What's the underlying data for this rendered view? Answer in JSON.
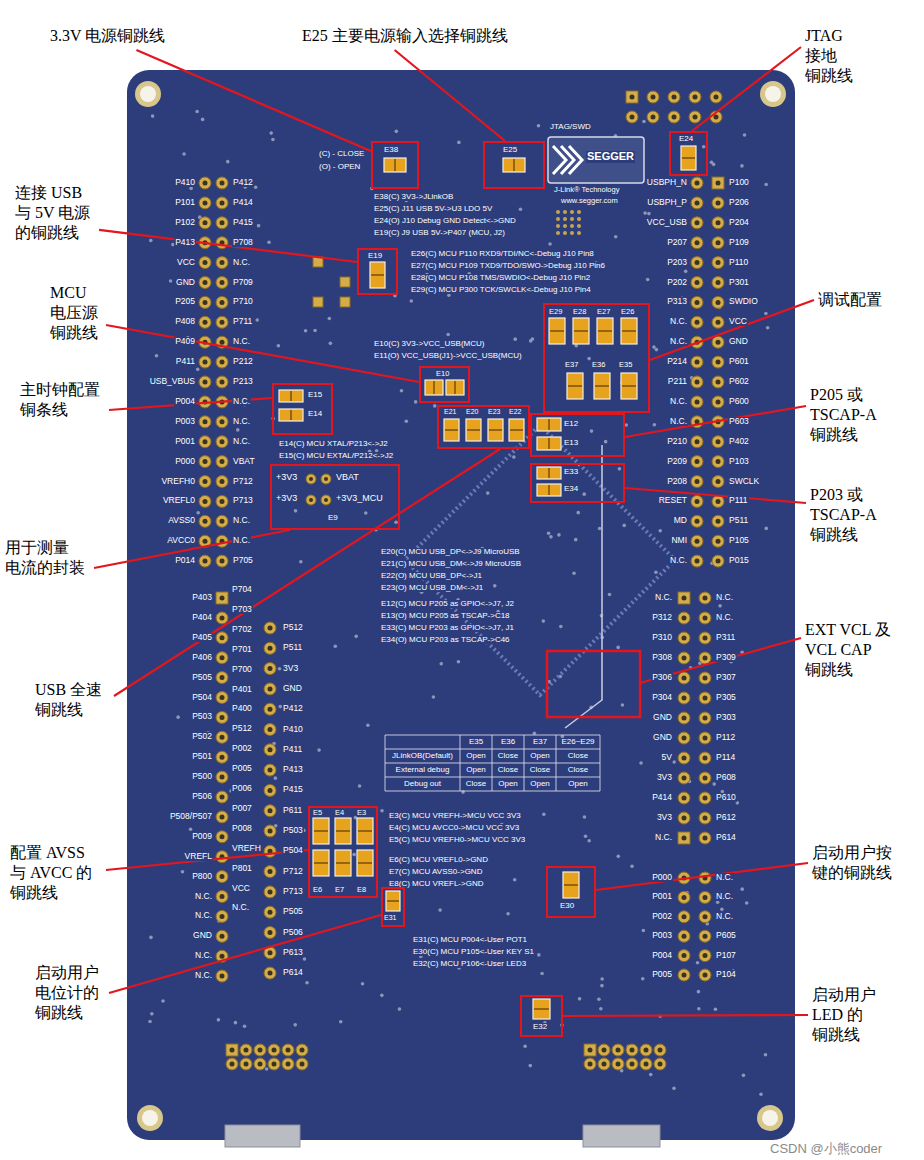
{
  "diagram": {
    "nodes": [
      {
        "text": [
          "E38"
        ]
      },
      {
        "text": [
          "E25"
        ]
      },
      {
        "text": [
          "E24"
        ]
      },
      {
        "text": [
          "E19"
        ]
      },
      {
        "text": [
          "E29",
          "E28",
          "E27",
          "E26",
          "E37",
          "E36",
          "E35"
        ]
      },
      {
        "text": [
          "E10"
        ]
      },
      {
        "text": [
          "E15",
          "E14"
        ]
      },
      {
        "text": [
          "+3V3",
          "VBAT",
          "+3V3",
          "+3V3_MCU",
          "E9"
        ]
      },
      {
        "text": [
          "E21",
          "E20",
          "E23",
          "E22"
        ]
      },
      {
        "text": [
          "E12",
          "E13"
        ]
      },
      {
        "text": [
          "E33",
          "E34"
        ]
      },
      {
        "text": [
          "E5",
          "E4",
          "E3",
          "E6",
          "E7",
          "E8"
        ]
      },
      {
        "text": [
          "E30"
        ]
      },
      {
        "text": [
          "E31"
        ]
      },
      {
        "text": [
          "E32"
        ]
      }
    ],
    "labels": [
      "3.3V 电源铜跳线",
      "E25 主要电源输入选择铜跳线",
      "JTAG 接地 铜跳线",
      "连接 USB 与 5V 电源 的铜跳线",
      "MCU 电压源 铜跳线",
      "调试配置",
      "主时钟配置 铜条线",
      "P205 或 TSCAP-A 铜跳线",
      "P203 或 TSCAP-A 铜跳线",
      "用于测量 电流的封装",
      "EXT VCL 及 VCL CAP 铜跳线",
      "USB 全速 铜跳线",
      "配置 AVSS 与 AVCC 的 铜跳线",
      "启动用户按 键的铜跳线",
      "启动用户 电位计的 铜跳线",
      "启动用户 LED 的 铜跳线",
      "CSDN @小熊coder",
      "(C) - CLOSE",
      "(O) - OPEN",
      "JTAG/SWD",
      "SEGGER",
      "J-Link® Technology",
      "www.segger.com",
      "E38(C) 3V3->JLinkOB",
      "E25(C) J11 USB 5V->U3 LDO 5V",
      "E24(O) J10 Debug GND Detect<->GND",
      "E19(C) J9 USB 5V->P407 (MCU, J2)",
      "E26(C) MCU P110 RXD9/TDI/NC<-Debug J10 Pin8",
      "E27(C) MCU P109 TXD9/TDO/SWO->Debug J10 Pin6",
      "E28(C) MCU P108 TMS/SWDIO<-Debug J10 Pin2",
      "E29(C) MCU P300 TCK/SWCLK<-Debug J10 Pin4",
      "E10(C) 3V3->VCC_USB(MCU)",
      "E11(O) VCC_USB(J1)->VCC_USB(MCU)",
      "E14(C) MCU XTAL/P213<->J2",
      "E15(C) MCU EXTAL/P212<->J2",
      "E20(C) MCU USB_DP<->J9 MicroUSB",
      "E21(C) MCU USB_DM<->J9 MicroUSB",
      "E22(O) MCU USB_DP<->J1",
      "E23(O) MCU USB_DM<->J1",
      "E12(C) MCU P205 as GPIO<->J7, J2",
      "E13(O) MCU P205 as TSCAP->C18",
      "E33(C) MCU P203 as GPIO<->J7, J1",
      "E34(O) MCU P203 as TSCAP->C46",
      "E3(C) MCU VREFH->MCU VCC 3V3",
      "E4(C) MCU AVCC0->MCU VCC 3V3",
      "E5(C) MCU VREFH0->MCU VCC 3V3",
      "E6(C) MCU VREFL0->GND",
      "E7(C) MCU AVSS0->GND",
      "E8(C) MCU VREFL->GND",
      "E31(C) MCU P004<-User POT1",
      "E30(C) MCU P105<-User KEY S1",
      "E32(C) MCU P106<-User LED3",
      "E35",
      "E36",
      "E37",
      "E26~E29",
      "JLinkOB(Default)",
      "Open",
      "Close",
      "Open",
      "Close",
      "External debug",
      "Open",
      "Close",
      "Close",
      "Close",
      "Debug out",
      "Close",
      "Open",
      "Open",
      "Open",
      "P410",
      "P101",
      "P102",
      "P413",
      "VCC",
      "GND",
      "P205",
      "P408",
      "P409",
      "P411",
      "USB_VBUS",
      "P004",
      "P003",
      "P001",
      "P000",
      "VREFH0",
      "VREFL0",
      "AVSS0",
      "AVCC0",
      "P014",
      "P412",
      "P414",
      "P415",
      "P708",
      "N.C.",
      "P709",
      "P710",
      "P711",
      "N.C.",
      "P212",
      "P213",
      "N.C.",
      "N.C.",
      "N.C.",
      "VBAT",
      "P712",
      "P713",
      "N.C.",
      "N.C.",
      "P705",
      "USBPH_N",
      "USBPH_P",
      "VCC_USB",
      "P207",
      "P203",
      "P202",
      "P313",
      "N.C.",
      "N.C.",
      "P214",
      "P211",
      "N.C.",
      "N.C.",
      "P210",
      "P209",
      "P208",
      "RESET",
      "MD",
      "NMI",
      "N.C.",
      "P100",
      "P206",
      "P204",
      "P109",
      "P110",
      "P301",
      "SWDIO",
      "VCC",
      "GND",
      "P601",
      "P602",
      "P600",
      "P603",
      "P402",
      "P103",
      "SWCLK",
      "P111",
      "P511",
      "P105",
      "P015",
      "P403",
      "P404",
      "P405",
      "P406",
      "P505",
      "P504",
      "P503",
      "P502",
      "P501",
      "P500",
      "P506",
      "P508/P507",
      "P009",
      "VREFL",
      "P800",
      "N.C.",
      "N.C.",
      "GND",
      "N.C.",
      "N.C.",
      "P704",
      "P703",
      "P702",
      "P701",
      "P700",
      "P401",
      "P400",
      "P512",
      "P002",
      "P005",
      "P006",
      "P007",
      "P008",
      "VREFH",
      "P801",
      "VCC",
      "N.C.",
      "P512",
      "P511",
      "3V3",
      "GND",
      "P412",
      "P410",
      "P411",
      "P413",
      "P415",
      "P611",
      "P503",
      "P504",
      "P712",
      "P713",
      "P505",
      "P506",
      "P613",
      "P614",
      "N.C.",
      "P312",
      "P310",
      "P308",
      "P306",
      "P304",
      "GND",
      "GND",
      "5V",
      "3V3",
      "P414",
      "3V3",
      "N.C.",
      "P000",
      "P001",
      "P002",
      "P003",
      "P004",
      "P005",
      "N.C.",
      "N.C.",
      "P311",
      "P309",
      "P307",
      "P305",
      "P303",
      "P112",
      "P114",
      "P608",
      "P610",
      "P612",
      "P614",
      "N.C.",
      "N.C.",
      "N.C.",
      "P605",
      "P107",
      "P104"
    ]
  }
}
